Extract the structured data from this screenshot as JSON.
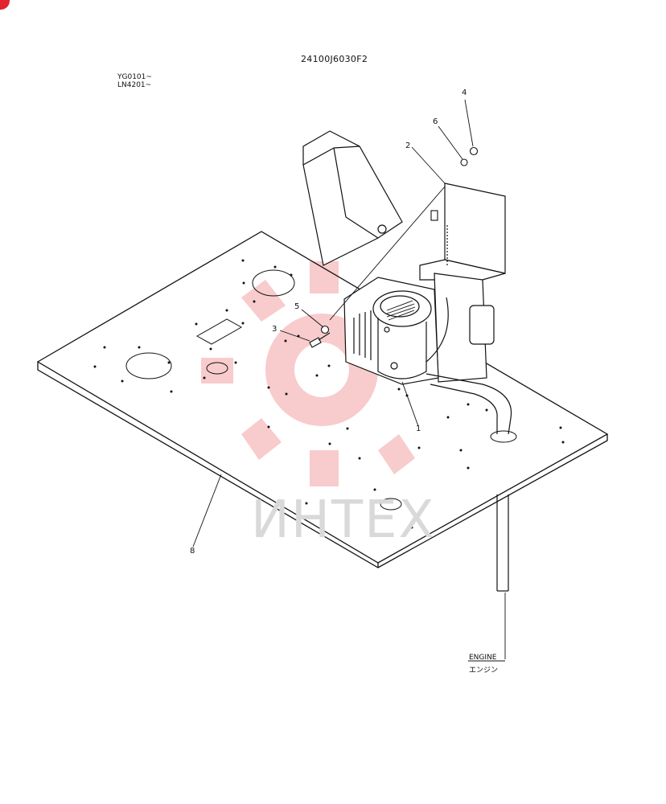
{
  "drawing": {
    "number": "24100J6030F2",
    "serial_ranges": [
      "YG0101~",
      "LN4201~"
    ]
  },
  "callouts": [
    {
      "id": "c1",
      "label": "1"
    },
    {
      "id": "c2",
      "label": "2"
    },
    {
      "id": "c3",
      "label": "3"
    },
    {
      "id": "c4",
      "label": "4"
    },
    {
      "id": "c5",
      "label": "5"
    },
    {
      "id": "c6",
      "label": "6"
    },
    {
      "id": "c8",
      "label": "8"
    }
  ],
  "engine_label": {
    "en": "ENGINE",
    "jp": "エンジン"
  },
  "watermark": {
    "text": "ИНТЕХ",
    "color": "#f3a9ab"
  },
  "colors": {
    "line": "#111111",
    "watermark_gear": "#f6b9bb",
    "corner_mark": "#e3232d"
  }
}
